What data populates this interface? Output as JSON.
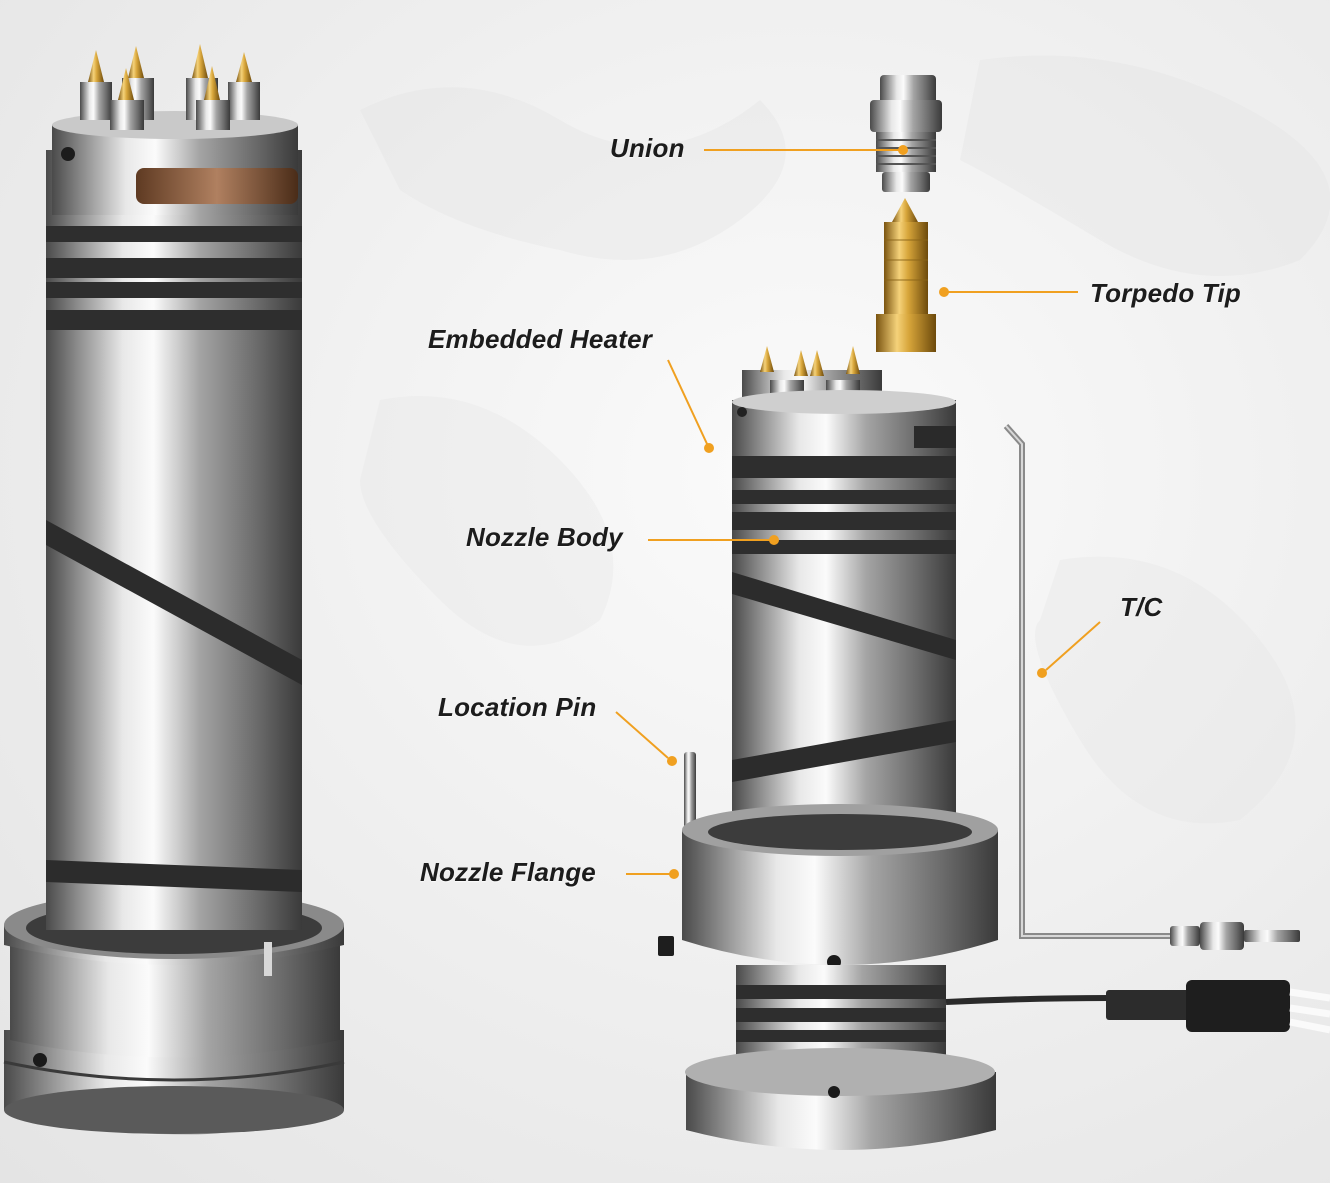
{
  "labels": {
    "union": "Union",
    "torpedo_tip": "Torpedo Tip",
    "embedded_heater": "Embedded Heater",
    "nozzle_body": "Nozzle Body",
    "tc": "T/C",
    "location_pin": "Location Pin",
    "nozzle_flange": "Nozzle Flange"
  },
  "colors": {
    "leader_line": "#f0a020",
    "label_text": "#1c1c1c",
    "brass": "#d2a43a",
    "steel": "#a6a6a6",
    "heater_band": "#2e2e2e"
  }
}
